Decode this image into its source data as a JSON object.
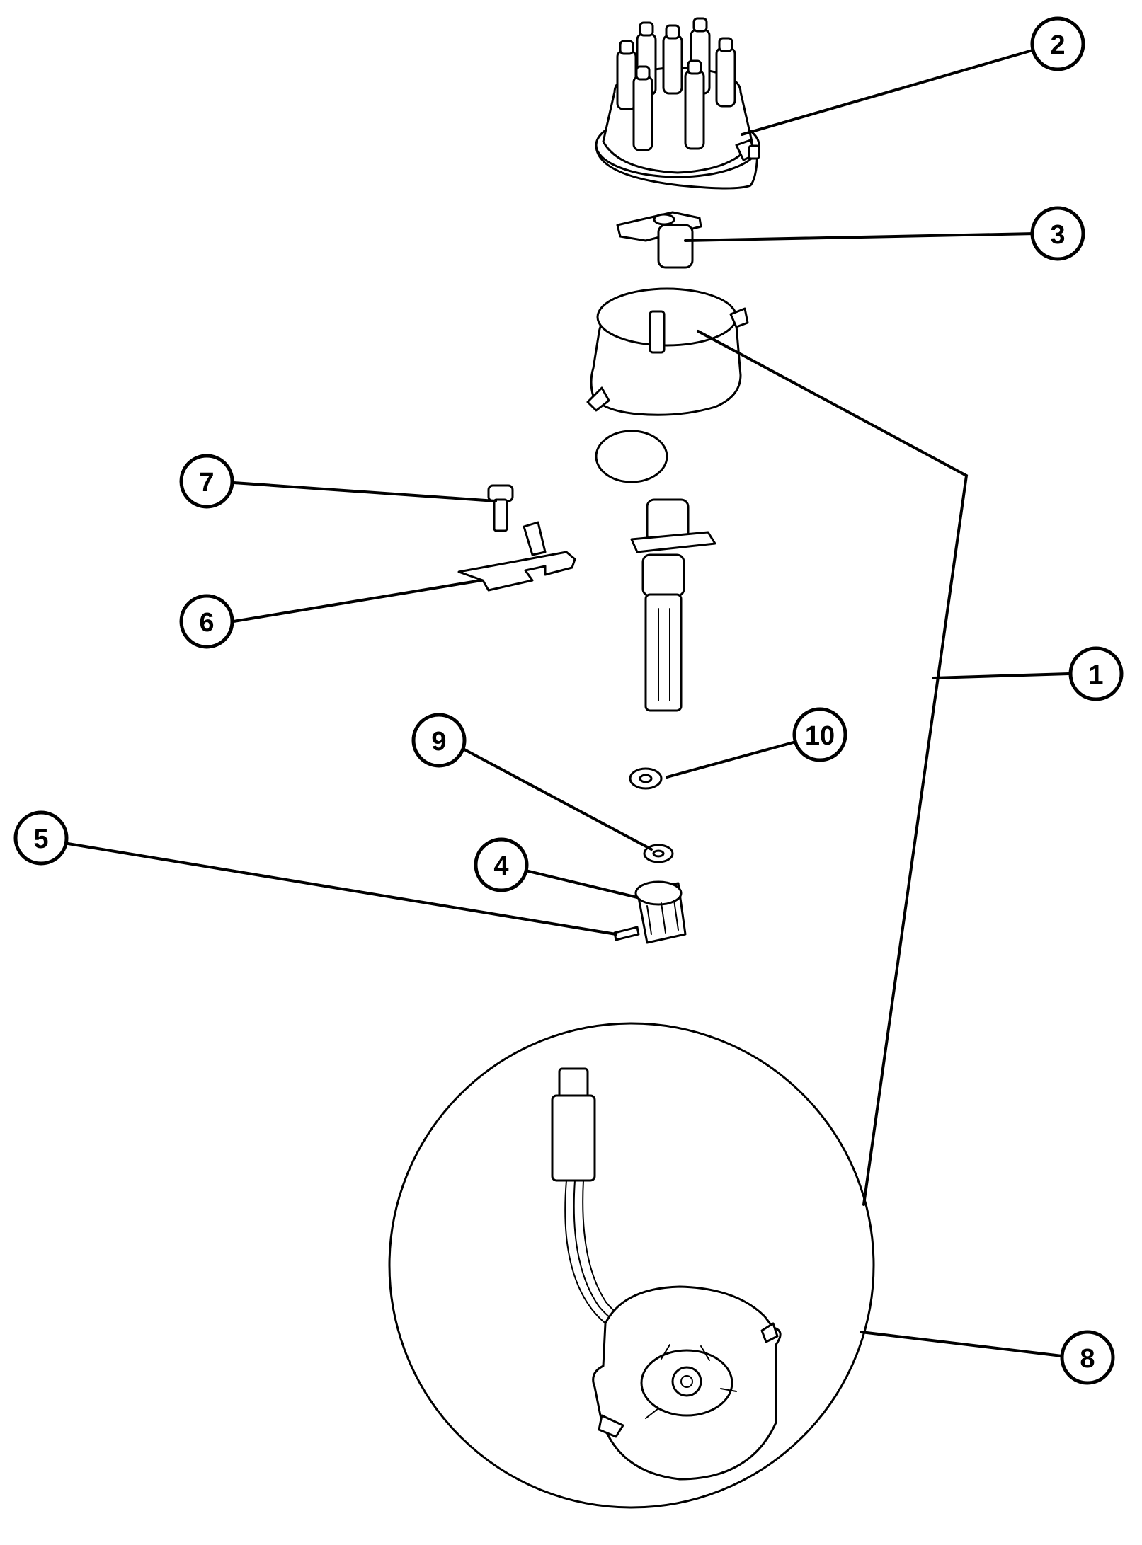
{
  "diagram": {
    "line_color": "#000000",
    "background_color": "#ffffff",
    "callouts": {
      "c1": "1",
      "c2": "2",
      "c3": "3",
      "c4": "4",
      "c5": "5",
      "c6": "6",
      "c7": "7",
      "c8": "8",
      "c9": "9",
      "c10": "10"
    }
  }
}
